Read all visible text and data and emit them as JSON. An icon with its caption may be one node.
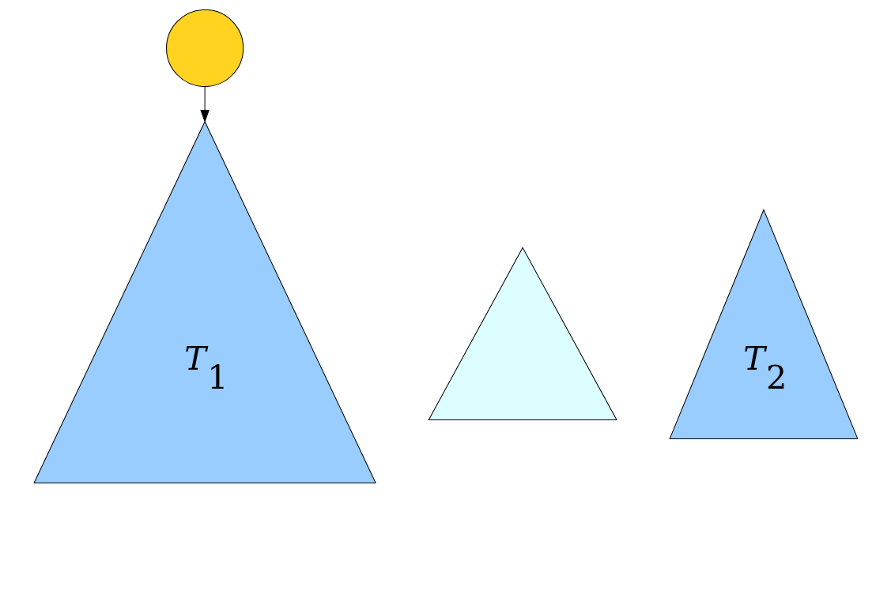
{
  "diagram": {
    "nodes": [
      {
        "text": [],
        "shape": "circle"
      },
      {
        "text": [
          "*T*$_{1}$"
        ]
      },
      {
        "text": [],
        "shape": "triangle"
      },
      {
        "text": [
          "*T*$_{2}$"
        ]
      }
    ],
    "edges": [
      {
        "from": 0,
        "to": 1,
        "arrow": "to"
      }
    ]
  }
}
